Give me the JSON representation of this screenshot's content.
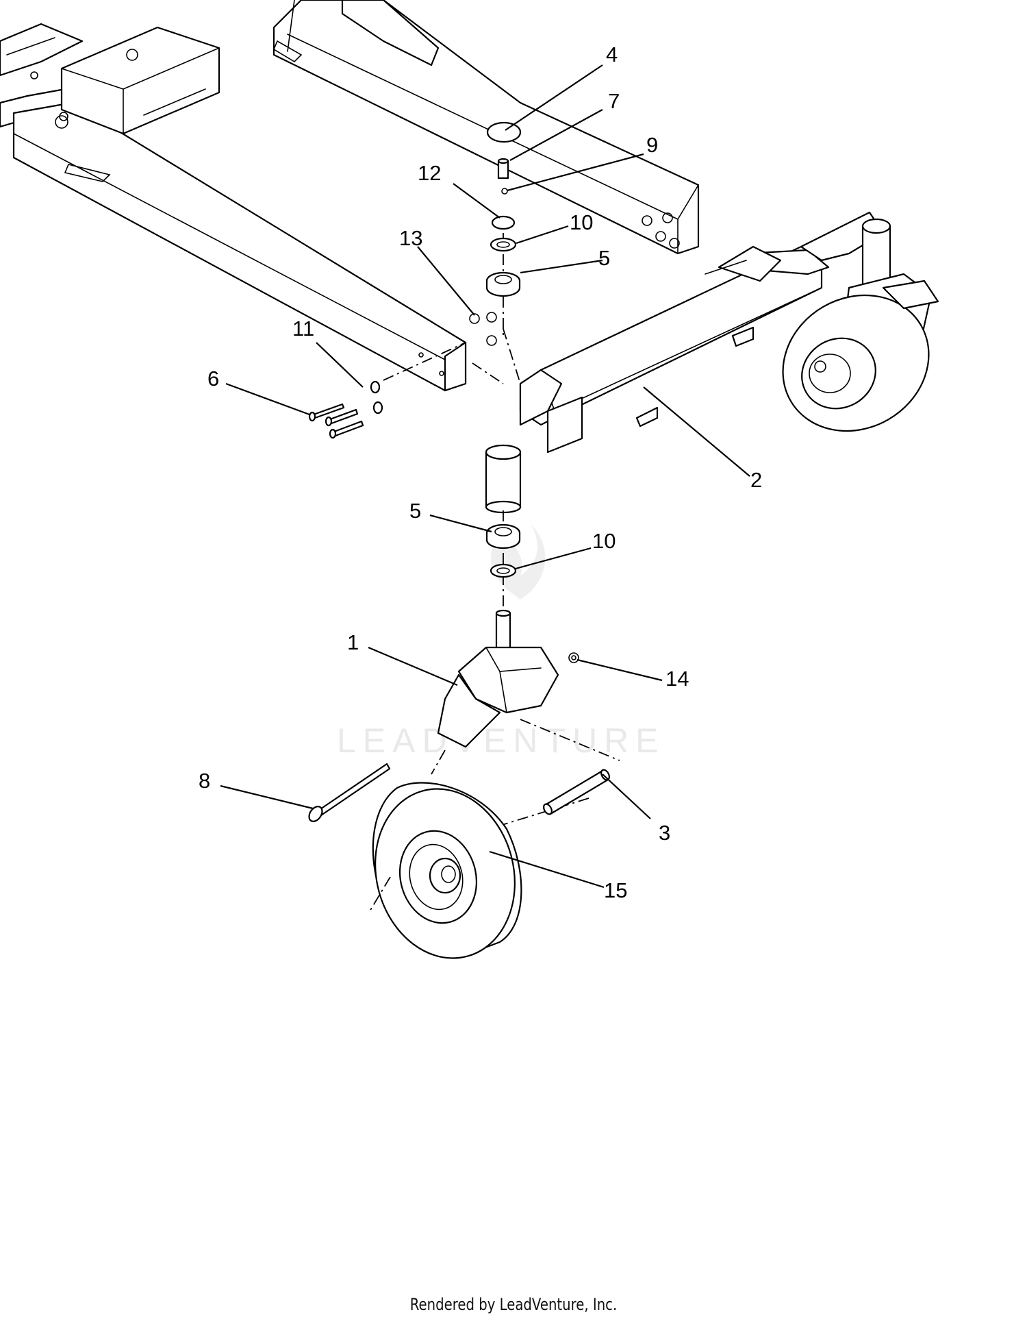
{
  "footer": "Rendered by LeadVenture, Inc.",
  "watermark": "LEADVENTURE",
  "callouts": [
    {
      "id": "c4",
      "label": "4"
    },
    {
      "id": "c7",
      "label": "7"
    },
    {
      "id": "c9",
      "label": "9"
    },
    {
      "id": "c12",
      "label": "12"
    },
    {
      "id": "c10a",
      "label": "10"
    },
    {
      "id": "c13",
      "label": "13"
    },
    {
      "id": "c5a",
      "label": "5"
    },
    {
      "id": "c11",
      "label": "11"
    },
    {
      "id": "c6",
      "label": "6"
    },
    {
      "id": "c2",
      "label": "2"
    },
    {
      "id": "c5b",
      "label": "5"
    },
    {
      "id": "c10b",
      "label": "10"
    },
    {
      "id": "c1",
      "label": "1"
    },
    {
      "id": "c14",
      "label": "14"
    },
    {
      "id": "c8",
      "label": "8"
    },
    {
      "id": "c3",
      "label": "3"
    },
    {
      "id": "c15",
      "label": "15"
    }
  ]
}
